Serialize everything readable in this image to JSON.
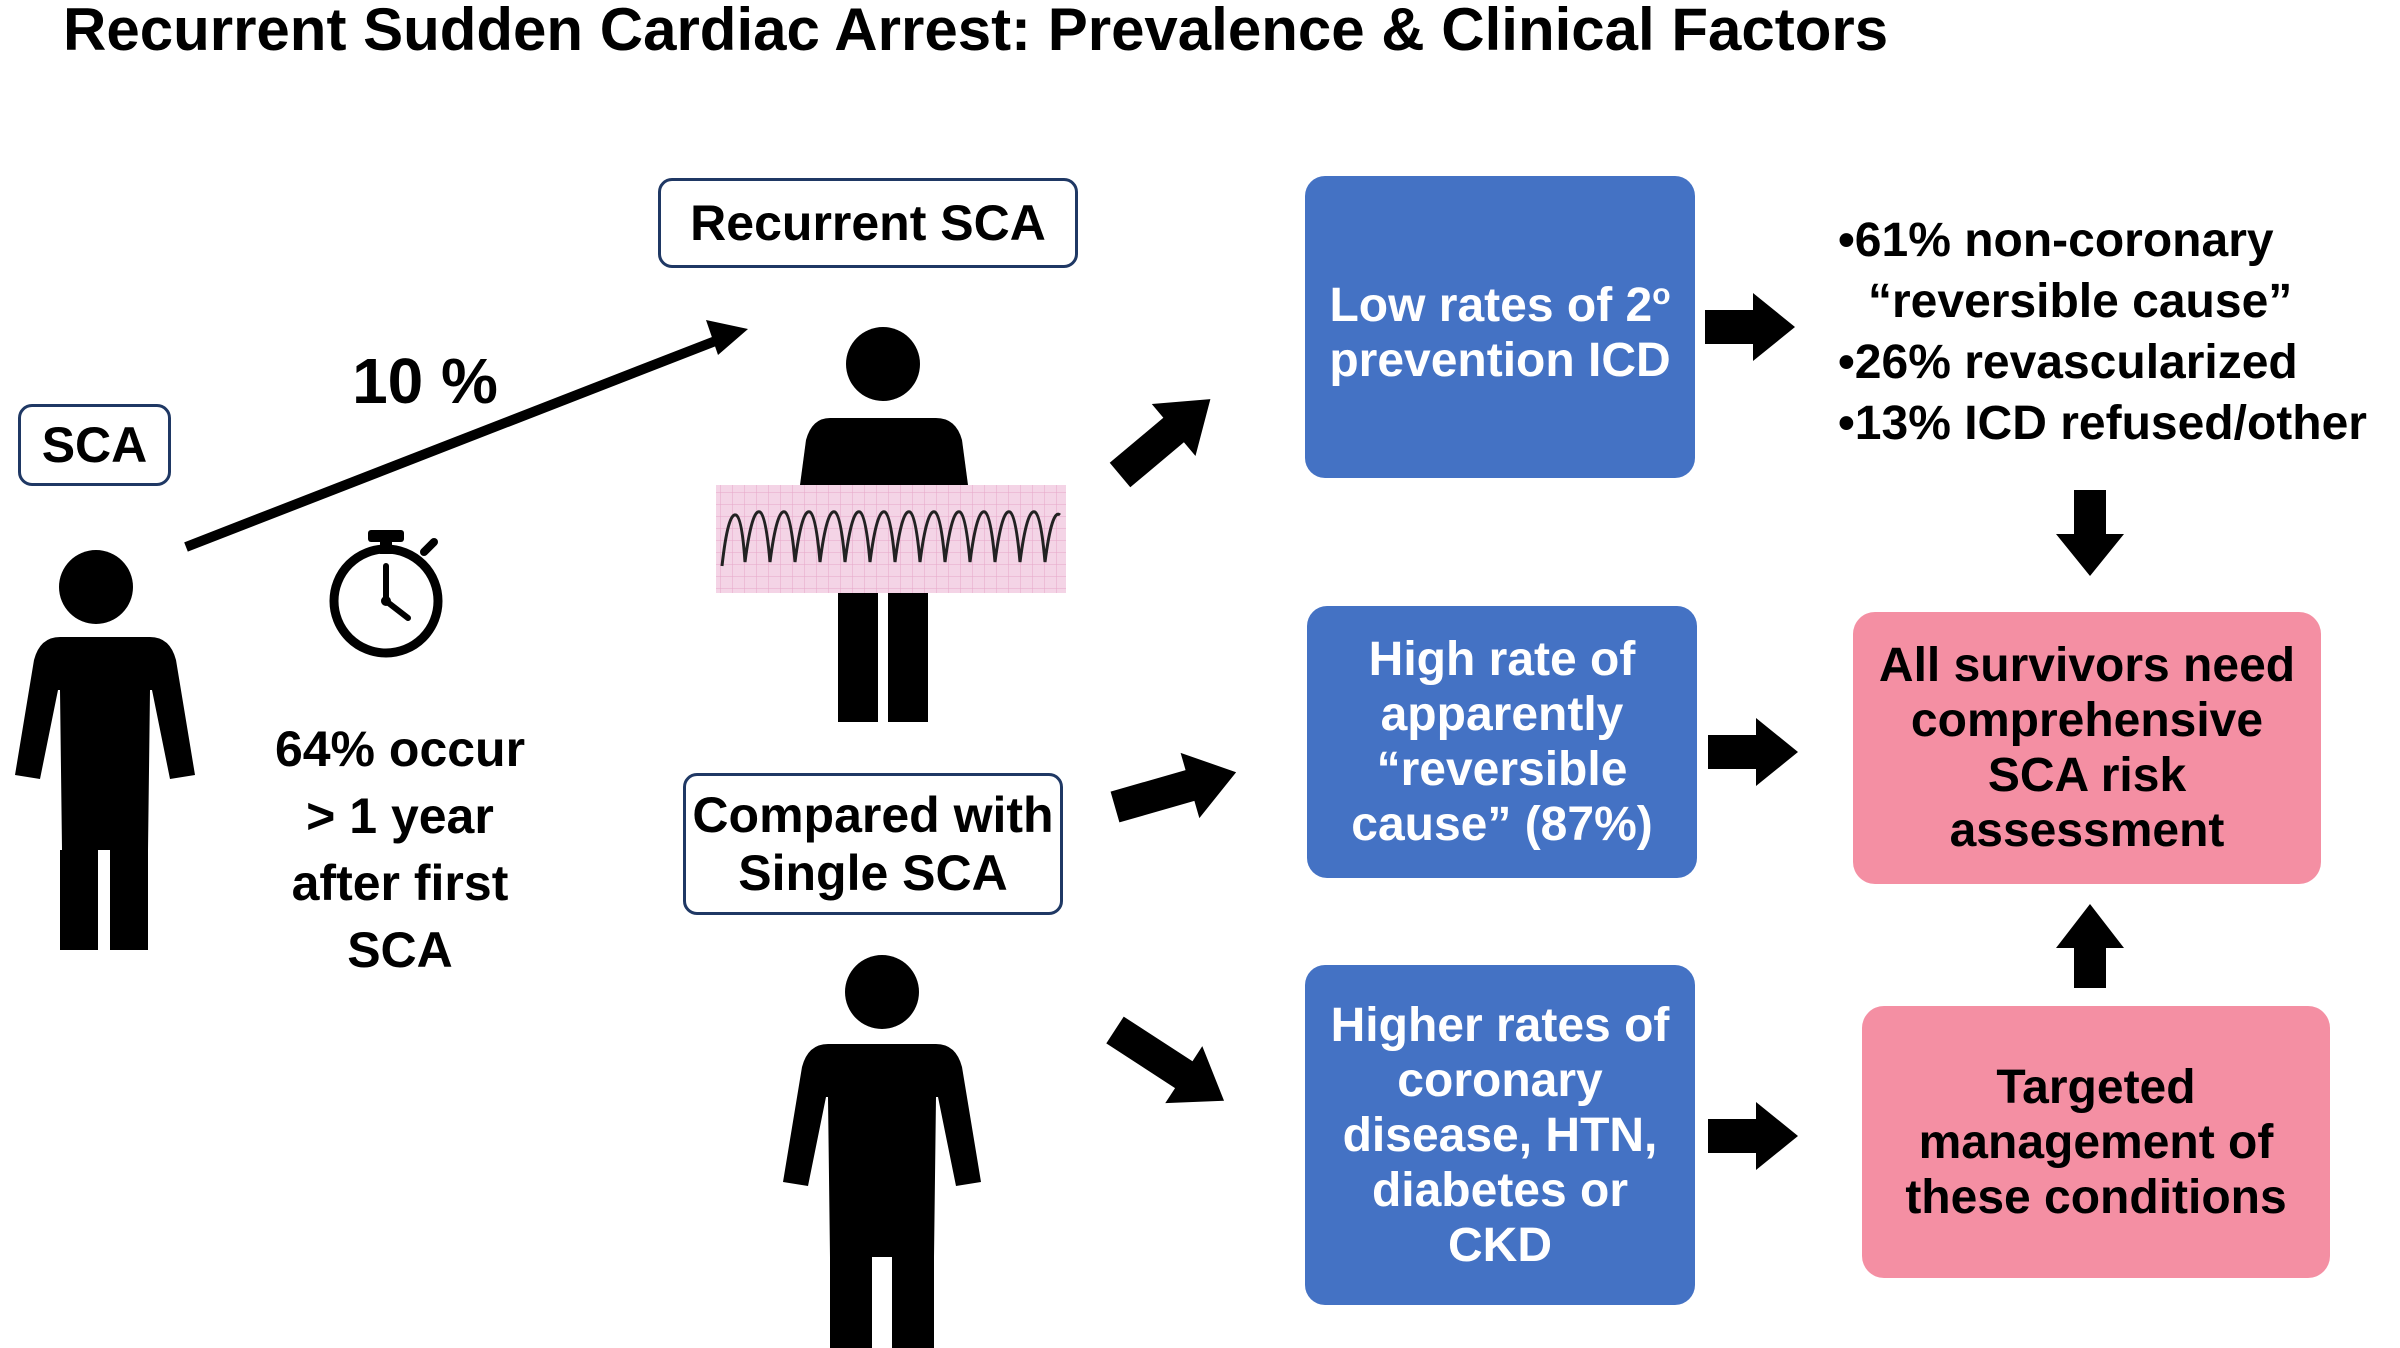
{
  "title": "Recurrent Sudden Cardiac Arrest: Prevalence & Clinical Factors",
  "sca_label": "SCA",
  "recurrent_label": "Recurrent SCA",
  "compared_label": "Compared with\nSingle SCA",
  "percent_label": "10 %",
  "timing_text": "64% occur\n> 1 year\nafter first\nSCA",
  "box_icd": "Low rates of 2",
  "box_icd_sup": "o",
  "box_icd_rest": "prevention ICD",
  "box_reversible": "High rate of\napparently\n“reversible\ncause” (87%)",
  "box_comorbid": "Higher rates of\ncoronary\ndisease, HTN,\ndiabetes or\nCKD",
  "bullets": [
    "•61% non-coronary",
    "  “reversible cause”",
    "•26% revascularized",
    "•13% ICD refused/other"
  ],
  "box_survivors": "All survivors need\ncomprehensive\nSCA risk\nassessment",
  "box_targeted": "Targeted\nmanagement of\nthese conditions",
  "colors": {
    "blue_box": "#4472c4",
    "pink_box": "#f48fa3",
    "outline": "#1f3864",
    "ecg_background": "#f4d4e6"
  }
}
